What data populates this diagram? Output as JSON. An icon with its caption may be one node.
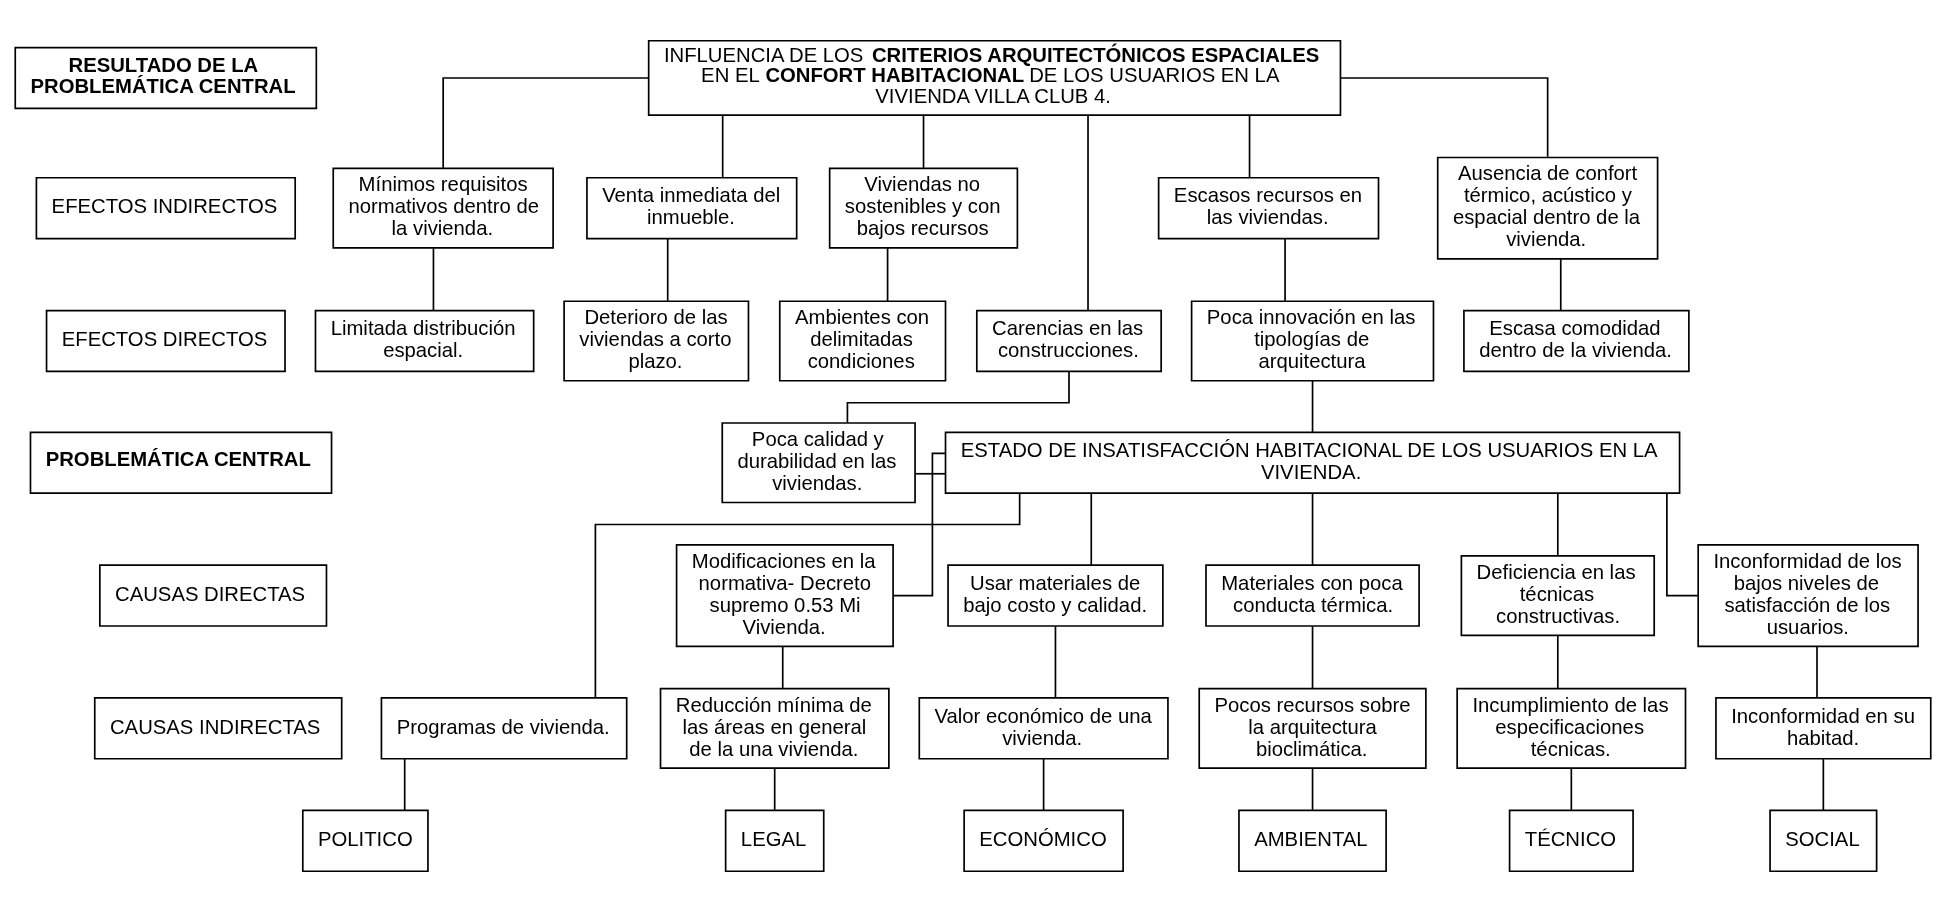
{
  "diagram": {
    "nodes": [
      {
        "text": [
          "RESULTADO DE LA PROBLEMÁTICA CENTRAL"
        ]
      },
      {
        "text": [
          "INFLUENCIA DE LOS **CRITERIOS ARQUITECTÓNICOS ESPACIALES** EN EL **CONFORT HABITACIONAL** DE LOS USUARIOS EN LA VIVIENDA VILLA CLUB 4."
        ]
      },
      {
        "text": [
          "EFECTOS INDIRECTOS"
        ]
      },
      {
        "text": [
          "Escasos recursos en las viviendas."
        ]
      },
      {
        "text": [
          "Ausencia de confort térmico, acústico y espacial dentro de la vivienda."
        ]
      },
      {
        "text": [
          "Mínimos requisitos normativos dentro de la vivienda."
        ]
      },
      {
        "text": [
          "Venta inmediata del inmueble."
        ]
      },
      {
        "text": [
          "Viviendas no sostenibles y con bajos recursos"
        ]
      },
      {
        "text": [
          "EFECTOS DIRECTOS"
        ]
      },
      {
        "text": [
          "Poca innovación en las tipologías de arquitectura"
        ]
      },
      {
        "text": [
          "Escasa comodidad dentro de la vivienda."
        ]
      },
      {
        "text": [
          "Limitada distribución espacial."
        ]
      },
      {
        "text": [
          "Deterioro de las viviendas a corto plazo."
        ]
      },
      {
        "text": [
          "Ambientes con delimitadas condiciones"
        ]
      },
      {
        "text": [
          "Carencias en las construcciones."
        ]
      },
      {
        "text": [
          "PROBLEMÁTICA CENTRAL"
        ]
      },
      {
        "text": [
          "ESTADO DE INSATISFACCIÓN HABITACIONAL DE LOS USUARIOS EN LA VIVIENDA."
        ]
      },
      {
        "text": [
          "Poca calidad y durabilidad en las viviendas."
        ]
      },
      {
        "text": [
          "CAUSAS DIRECTAS"
        ]
      },
      {
        "text": [
          "Inconformidad de los bajos niveles de satisfacción de los usuarios."
        ]
      },
      {
        "text": [
          "Modificaciones en la normativa- Decreto supremo 0.53 Mi Vivienda."
        ]
      },
      {
        "text": [
          "Usar materiales de bajo costo y calidad."
        ]
      },
      {
        "text": [
          "Materiales con poca conducta térmica."
        ]
      },
      {
        "text": [
          "Deficiencia en las técnicas constructivas."
        ]
      },
      {
        "text": [
          "CAUSAS INDIRECTAS"
        ]
      },
      {
        "text": [
          "Programas de vivienda."
        ]
      },
      {
        "text": [
          "Inconformidad en su habitad."
        ]
      },
      {
        "text": [
          "Reducción mínima de las áreas en general de la una vivienda."
        ]
      },
      {
        "text": [
          "Valor económico de una vivienda."
        ]
      },
      {
        "text": [
          "Pocos recursos sobre la arquitectura bioclimática."
        ]
      },
      {
        "text": [
          "Incumplimiento de las especificaciones técnicas."
        ]
      },
      {
        "text": [
          "POLITICO"
        ]
      },
      {
        "text": [
          "SOCIAL"
        ]
      },
      {
        "text": [
          "LEGAL"
        ]
      },
      {
        "text": [
          "ECONÓMICO"
        ]
      },
      {
        "text": [
          "AMBIENTAL"
        ]
      },
      {
        "text": [
          "TÉCNICO"
        ]
      }
    ],
    "edges": [
      {
        "from": 1,
        "to": 3,
        "arrow": "none"
      },
      {
        "from": 1,
        "to": 4,
        "arrow": "none"
      },
      {
        "from": 1,
        "to": 5,
        "arrow": "none"
      },
      {
        "from": 1,
        "to": 6,
        "arrow": "none"
      },
      {
        "from": 1,
        "to": 7,
        "arrow": "none"
      },
      {
        "from": 1,
        "to": 14,
        "arrow": "none"
      },
      {
        "from": 3,
        "to": 9,
        "arrow": "none"
      },
      {
        "from": 4,
        "to": 10,
        "arrow": "none"
      },
      {
        "from": 5,
        "to": 11,
        "arrow": "none"
      },
      {
        "from": 6,
        "to": 12,
        "arrow": "none"
      },
      {
        "from": 7,
        "to": 13,
        "arrow": "none"
      },
      {
        "from": 9,
        "to": 16,
        "arrow": "none"
      },
      {
        "from": 14,
        "to": 17,
        "arrow": "none"
      },
      {
        "from": 17,
        "to": 16,
        "arrow": "none"
      },
      {
        "from": 16,
        "to": 25,
        "arrow": "none"
      },
      {
        "from": 16,
        "to": 19,
        "arrow": "none"
      },
      {
        "from": 16,
        "to": 20,
        "arrow": "none"
      },
      {
        "from": 16,
        "to": 21,
        "arrow": "none"
      },
      {
        "from": 16,
        "to": 22,
        "arrow": "none"
      },
      {
        "from": 16,
        "to": 23,
        "arrow": "none"
      },
      {
        "from": 19,
        "to": 26,
        "arrow": "none"
      },
      {
        "from": 20,
        "to": 27,
        "arrow": "none"
      },
      {
        "from": 21,
        "to": 28,
        "arrow": "none"
      },
      {
        "from": 22,
        "to": 29,
        "arrow": "none"
      },
      {
        "from": 23,
        "to": 30,
        "arrow": "none"
      },
      {
        "from": 25,
        "to": 31,
        "arrow": "none"
      },
      {
        "from": 26,
        "to": 32,
        "arrow": "none"
      },
      {
        "from": 27,
        "to": 33,
        "arrow": "none"
      },
      {
        "from": 28,
        "to": 34,
        "arrow": "none"
      },
      {
        "from": 29,
        "to": 35,
        "arrow": "none"
      },
      {
        "from": 30,
        "to": 36,
        "arrow": "none"
      }
    ]
  }
}
